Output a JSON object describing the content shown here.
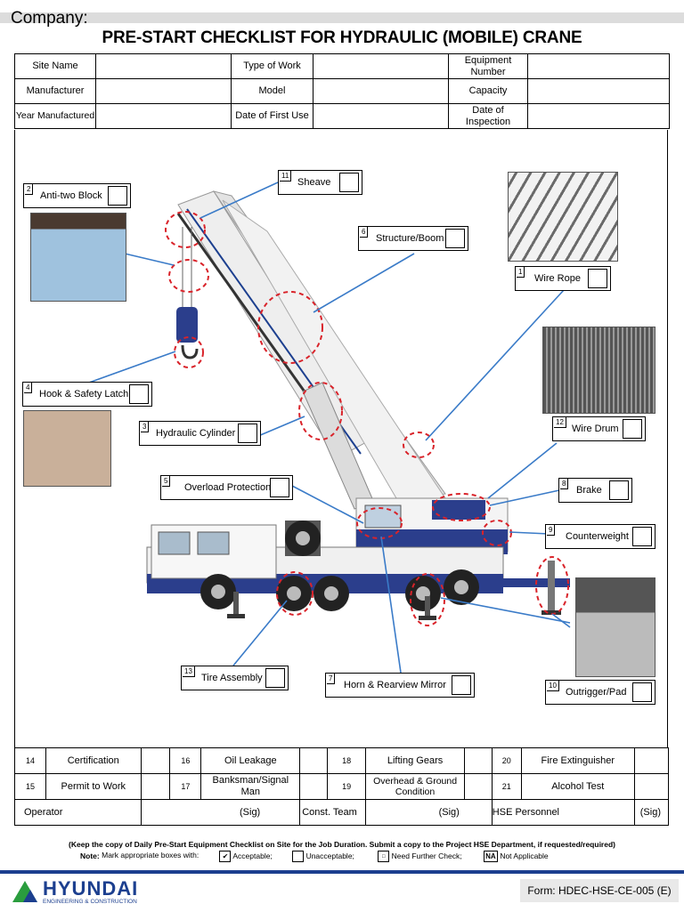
{
  "header": {
    "company_label": "Company:",
    "title": "PRE-START CHECKLIST FOR HYDRAULIC (MOBILE) CRANE"
  },
  "info_table": {
    "site_name": "Site Name",
    "type_of_work": "Type of Work",
    "equipment_number": "Equipment Number",
    "manufacturer": "Manufacturer",
    "model": "Model",
    "capacity": "Capacity",
    "year_manufactured": "Year Manufactured",
    "date_first_use": "Date of First Use",
    "date_inspection": "Date of Inspection"
  },
  "callouts": [
    {
      "num": "2",
      "label": "Anti-two Block"
    },
    {
      "num": "11",
      "label": "Sheave"
    },
    {
      "num": "6",
      "label": "Structure/Boom"
    },
    {
      "num": "1",
      "label": "Wire Rope"
    },
    {
      "num": "4",
      "label": "Hook & Safety Latch"
    },
    {
      "num": "3",
      "label": "Hydraulic Cylinder"
    },
    {
      "num": "12",
      "label": "Wire Drum"
    },
    {
      "num": "5",
      "label": "Overload Protection"
    },
    {
      "num": "8",
      "label": "Brake"
    },
    {
      "num": "9",
      "label": "Counterweight"
    },
    {
      "num": "13",
      "label": "Tire Assembly"
    },
    {
      "num": "7",
      "label": "Horn & Rearview Mirror"
    },
    {
      "num": "10",
      "label": "Outrigger/Pad"
    }
  ],
  "checklist": {
    "row1": [
      {
        "num": "14",
        "label": "Certification"
      },
      {
        "num": "16",
        "label": "Oil Leakage"
      },
      {
        "num": "18",
        "label": "Lifting Gears"
      },
      {
        "num": "20",
        "label": "Fire Extinguisher"
      }
    ],
    "row2": [
      {
        "num": "15",
        "label": "Permit to Work"
      },
      {
        "num": "17",
        "label": "Banksman/Signal Man"
      },
      {
        "num": "19",
        "label": "Overhead & Ground Condition"
      },
      {
        "num": "21",
        "label": "Alcohol Test"
      }
    ]
  },
  "signatures": {
    "operator": "Operator",
    "sig1": "(Sig)",
    "const_team": "Const. Team",
    "sig2": "(Sig)",
    "hse": "HSE Personnel",
    "sig3": "(Sig)"
  },
  "notes": {
    "keep_copy": "(Keep the copy of Daily Pre-Start Equipment Checklist  on Site for the Job Duration. Submit a copy to the Project HSE Department, if requested/required)",
    "note_label": "Note:",
    "mark_text": "Mark appropriate boxes with:",
    "acceptable": "Acceptable;",
    "unacceptable": "Unacceptable;",
    "further_check": "Need Further Check;",
    "na_box": "NA",
    "not_applicable": "Not Applicable"
  },
  "footer": {
    "logo_text": "HYUNDAI",
    "logo_sub": "ENGINEERING & CONSTRUCTION",
    "form_number": "Form: HDEC-HSE-CE-005 (E)"
  },
  "colors": {
    "accent_blue": "#1c3f8f",
    "callout_line": "#3a7bc8",
    "highlight": "#d9232a",
    "logo_green": "#2a9d3e"
  }
}
